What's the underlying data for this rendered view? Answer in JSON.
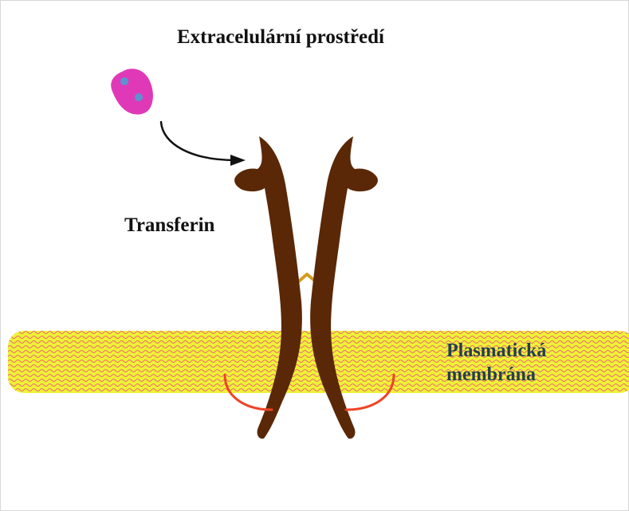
{
  "diagram": {
    "labels": {
      "extracellular": "Extracelulární prostředí",
      "transferin": "Transferin",
      "membrane_line1": "Plasmatická",
      "membrane_line2": "membrána"
    },
    "colors": {
      "background": "#ffffff",
      "membrane_fill": "#eef236",
      "membrane_pattern": "#ef6b70",
      "protein": "#5a2807",
      "ligand_body": "#df39b8",
      "ligand_dots": "#5c93d1",
      "connector": "#d59b1f",
      "anchor_arcs": "#ef4325",
      "arrow": "#111111",
      "text": "#111111"
    }
  }
}
